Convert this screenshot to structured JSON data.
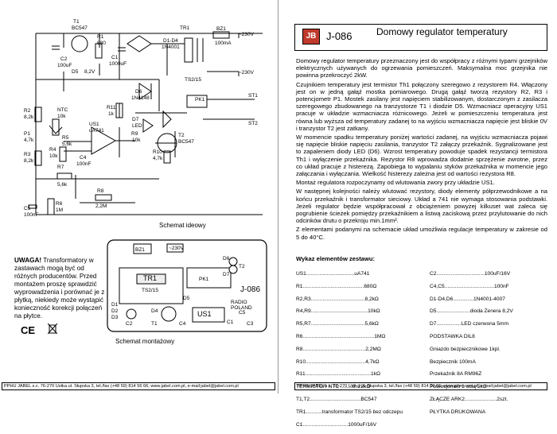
{
  "schematic": {
    "labels": [
      "T1",
      "BC547",
      "R1",
      "680",
      "C1",
      "1000uF",
      "C2",
      "100uF",
      "D5",
      "8,2V",
      "TR1",
      "BZ1",
      "100mA",
      "~230V",
      "~230V",
      "D1-D4",
      "1N4001",
      "TS2/15",
      "D6",
      "1N4148",
      "ST1",
      "ST2",
      "PK1",
      "R11",
      "1k",
      "D7",
      "LED",
      "R2",
      "8,2k",
      "NTC",
      "10k",
      "P1",
      "4,7k",
      "R3",
      "8,2k",
      "R5",
      "5,6k",
      "R4",
      "10k",
      "US1",
      "uA741",
      "C4",
      "100nF",
      "R9",
      "10k",
      "R10",
      "4,7k",
      "T2",
      "BC547",
      "R7",
      "5,6k",
      "R8",
      "2,2M",
      "C5",
      "100nF",
      "R6",
      "1M"
    ],
    "caption": "Schemat ideowy"
  },
  "assembly": {
    "labels": [
      "BZ1",
      "~230V",
      "TR1",
      "TS2/15",
      "PK1",
      "US1",
      "J-086",
      "RADIO",
      "POLAND",
      "C1",
      "C2",
      "C3",
      "C4",
      "C5",
      "D1",
      "D2",
      "D3",
      "D4",
      "D5",
      "D6",
      "D7",
      "T1",
      "T2"
    ],
    "caption": "Schemat montażowy"
  },
  "warning": {
    "head": "UWAGA!",
    "body": " Transformatory w zastawach mogą być od różnych producentów. Przed montażem proszę sprawdzić wyprowadzenia i porównać je z płytką, niekiedy może wystąpić konieczność korekcji połączeń na płytce."
  },
  "footer": "PPHU JABEL s.c. 76-270 Ustka ul. Słupska 3, tel./fax (+48 59) 814 56 66, www.jabel.com.pl, e-mail:jabel@jabel.com.pl",
  "header": {
    "logo": "JB",
    "code": "J-086",
    "title": "Domowy regulator temperatury"
  },
  "body": [
    "Domowy regulator temperatury przeznaczony jest do współpracy z różnymi typami grzejników elektrycznych używanych do ogrzewania pomieszczeń. Maksymalna moc grzejnika nie powinna przekroczyć 2kW.",
    "Czujnikiem temperatury jest termistor Th1 połączony szeregowo z rezystorem R4. Włączony jest on w jedną gałąź mostka pomiarowego. Drugą gałąź tworzą rezystory R2, R3 i potencjometr P1. Mostek zasilany jest napięciem stabilizowanym, dostarczonym z zasilacza szeregowego zbudowanego na tranzystorze T1 i diodzie D5. Wzmacniacz operacyjny US1 pracuje w układzie wzmacniacza różnicowego. Jeżeli w pomieszczeniu temperatura jest równa lub wyższa od temperatury zadanej to na wyjściu wzmacniacza napięcie jest bliskie 0V i tranzystor T2 jest zatkany.",
    "W momencie spadku temperatury poniżej wartości zadanej, na wyjściu wzmacniacza pojawi się napięcie bliskie napięciu zasilania, tranzystor T2 załączy przekaźnik. Sygnalizowane jest to zapaleniem diody LED (D6). Wzrost temperatury powoduje spadek rezystancji termistora Th1 i wyłączenie przekaźnika. Rezystor R8 wprowadza dodatnie sprzężenie zwrotne, przez co układ pracuje z histerezą. Zapobiega to wypalaniu styków przekaźnika w momencie jego załączania i wyłączania. Wielkość histerezy zależna jest od wartości rezystora R8.",
    "Montaż regulatora rozpoczynamy od wlutowania zwory przy układzie US1.",
    "W następnej kolejności należy wlutować rezystory, diody elementy półprzewodnikowe a na końcu przekaźnik i transformator sieciowy. Układ a 741 nie wymaga stosowania podstawki. Jeżeli regulator będzie współpracował z obciążeniem powyżej kilkuset wat zaleca się pogrubienie ścieżek pomiędzy przekaźnikiem a listwą zaciskową przez przylutowanie do nich odcinków drutu o przekroju min.1mm².",
    "Z elementami podanymi na schemacie układ umożliwia regulacje temperatury w zakresie od 5 do 40°C."
  ],
  "parts_title": "Wykaz elementów zestawu:",
  "parts_left": [
    "US1.................................uA741",
    "R1..........................................680Ω",
    "R2,R3.....................................8,2kΩ",
    "R4,R9.......................................10kΩ",
    "R5,R7.....................................5,6kΩ",
    "R6.................................................1MΩ",
    "R8...........................................2,2MΩ",
    "R10.........................................4,7kΩ",
    "R11.............................................1kΩ",
    "TERMISTOR NTC ........8..22kΩ",
    "T1,T2...................................BC547",
    "TR1...........transformator TS2/15 bez odczepu",
    "C1...............................1000uF/16V"
  ],
  "parts_right": [
    "C2.................................100uF/16V",
    "C4,C5..................................100nF",
    "D1-D4,D6..............1N4001-4007",
    "D5.......................dioda Zenera 8,2V",
    "D7.................LED czerwona 5mm",
    "PODSTAWKA DIL8",
    "Gniazdo bezpiecznikowe 1kpl.",
    "Bezpiecznik 100mA",
    "Przekaźnik 8A RM96Z",
    "Potencjometr z osią 5kΩ",
    "ZŁĄCZE ARK2......................2szt.",
    "PŁYTKA DRUKOWANA"
  ]
}
